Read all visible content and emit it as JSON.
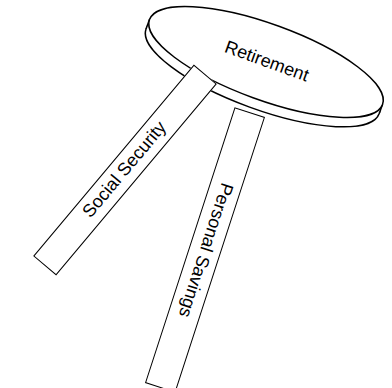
{
  "diagram": {
    "nodes": [
      {
        "text": [
          "Retirement"
        ]
      },
      {
        "text": [
          "Social Security"
        ]
      },
      {
        "text": [
          "Personal Savings"
        ]
      }
    ]
  }
}
